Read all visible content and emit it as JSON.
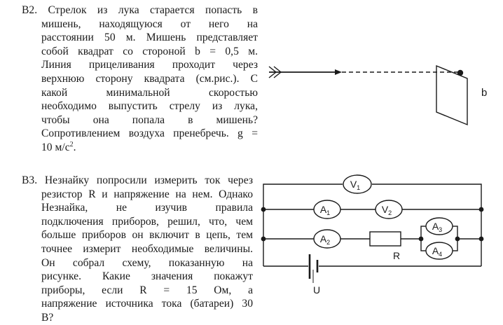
{
  "b2": {
    "lines": [
      "B2. Стрелок из лука старается попасть в",
      "мишень, находящуюся от него на",
      "расстоянии 50 м. Мишень представляет",
      "собой квадрат со стороной b = 0,5 м.",
      "Линия прицеливания проходит через",
      "верхнюю сторону квадрата (см.рис.). С",
      "какой минимальной скоростью",
      "необходимо выпустить стрелу из лука,",
      "чтобы она попала в мишень?",
      "Сопротивлением воздуха пренебречь. g =",
      "10 м/с"
    ],
    "sup": "2",
    "tail": ".",
    "figure_label": "b"
  },
  "b3": {
    "lines": [
      "B3. Незнайку попросили измерить ток через",
      "резистор R и напряжение на нем. Однако",
      "Незнайка, не изучив правила",
      "подключения приборов, решил, что, чем",
      "больше приборов он включит в цепь, тем",
      "точнее измерит необходимые величины.",
      "Он собрал схему, показанную на",
      "рисунке. Какие значения покажут",
      "приборы, если R = 15 Ом, а",
      "напряжение источника тока (батареи) 30",
      "В?"
    ],
    "circuit": {
      "V1": {
        "letter": "V",
        "sub": "1"
      },
      "V2": {
        "letter": "V",
        "sub": "2"
      },
      "A1": {
        "letter": "A",
        "sub": "1"
      },
      "A2": {
        "letter": "A",
        "sub": "2"
      },
      "A3": {
        "letter": "A",
        "sub": "3"
      },
      "A4": {
        "letter": "A",
        "sub": "4"
      },
      "R": "R",
      "U": "U"
    }
  }
}
